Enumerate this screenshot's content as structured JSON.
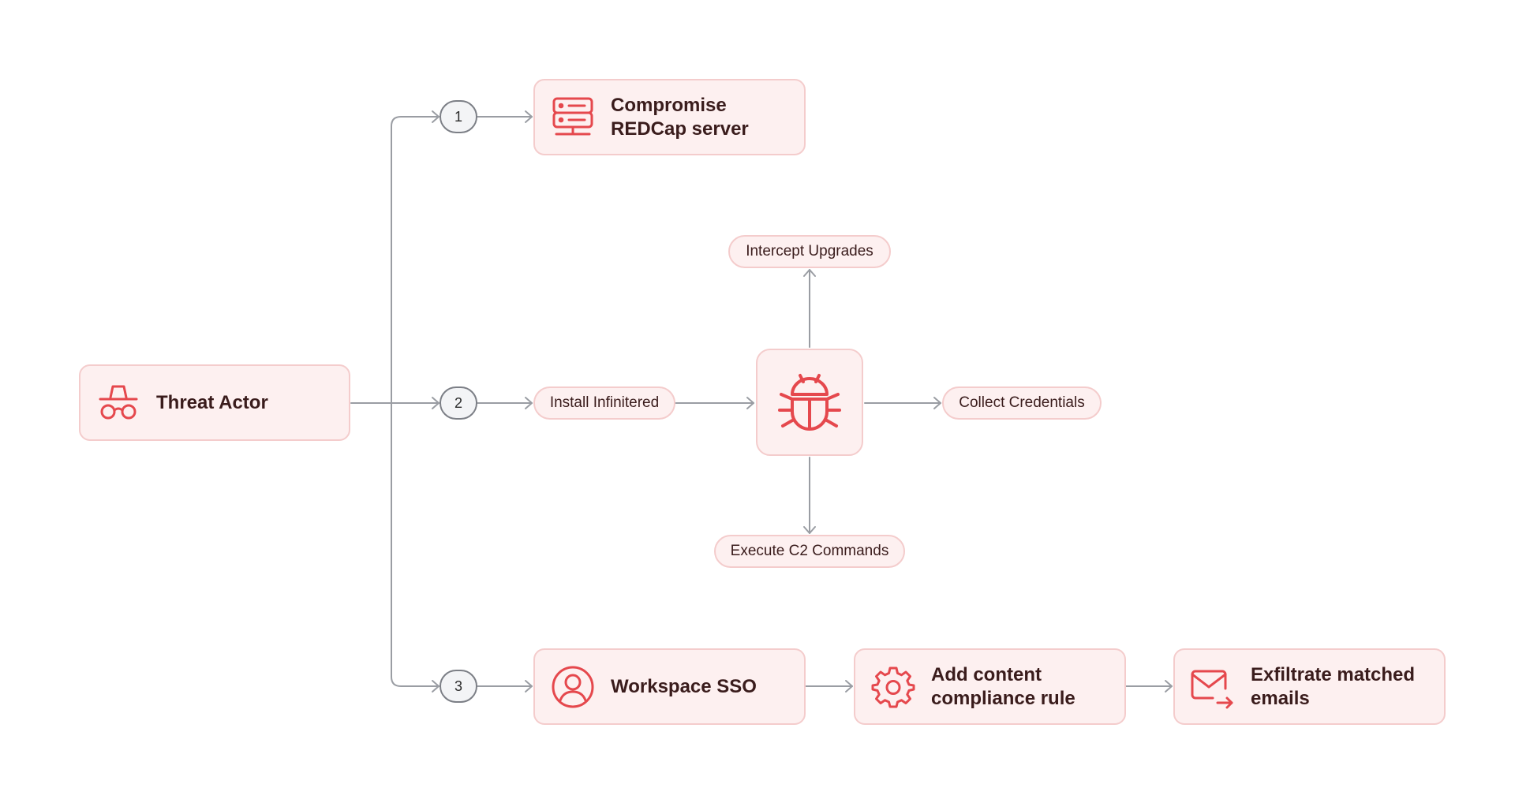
{
  "threat_actor": {
    "label": "Threat Actor",
    "icon": "spy-icon"
  },
  "steps": [
    "1",
    "2",
    "3"
  ],
  "path1": {
    "label": "Compromise\nREDCap server",
    "icon": "server-icon"
  },
  "path2": {
    "install": "Install Infinitered",
    "malware_icon": "bug-icon",
    "actions": {
      "up": "Intercept Upgrades",
      "right": "Collect Credentials",
      "down": "Execute C2 Commands"
    }
  },
  "path3": {
    "sso": {
      "label": "Workspace SSO",
      "icon": "user-circle-icon"
    },
    "rule": {
      "label": "Add content\ncompliance rule",
      "icon": "gear-icon"
    },
    "exfil": {
      "label": "Exfiltrate matched\nemails",
      "icon": "mail-forward-icon"
    }
  },
  "colors": {
    "accent": "#e5484d",
    "box_fill": "#fdf0f0",
    "box_border": "#f4cccc",
    "connector": "#9a9da3",
    "text": "#3a1c1c"
  }
}
